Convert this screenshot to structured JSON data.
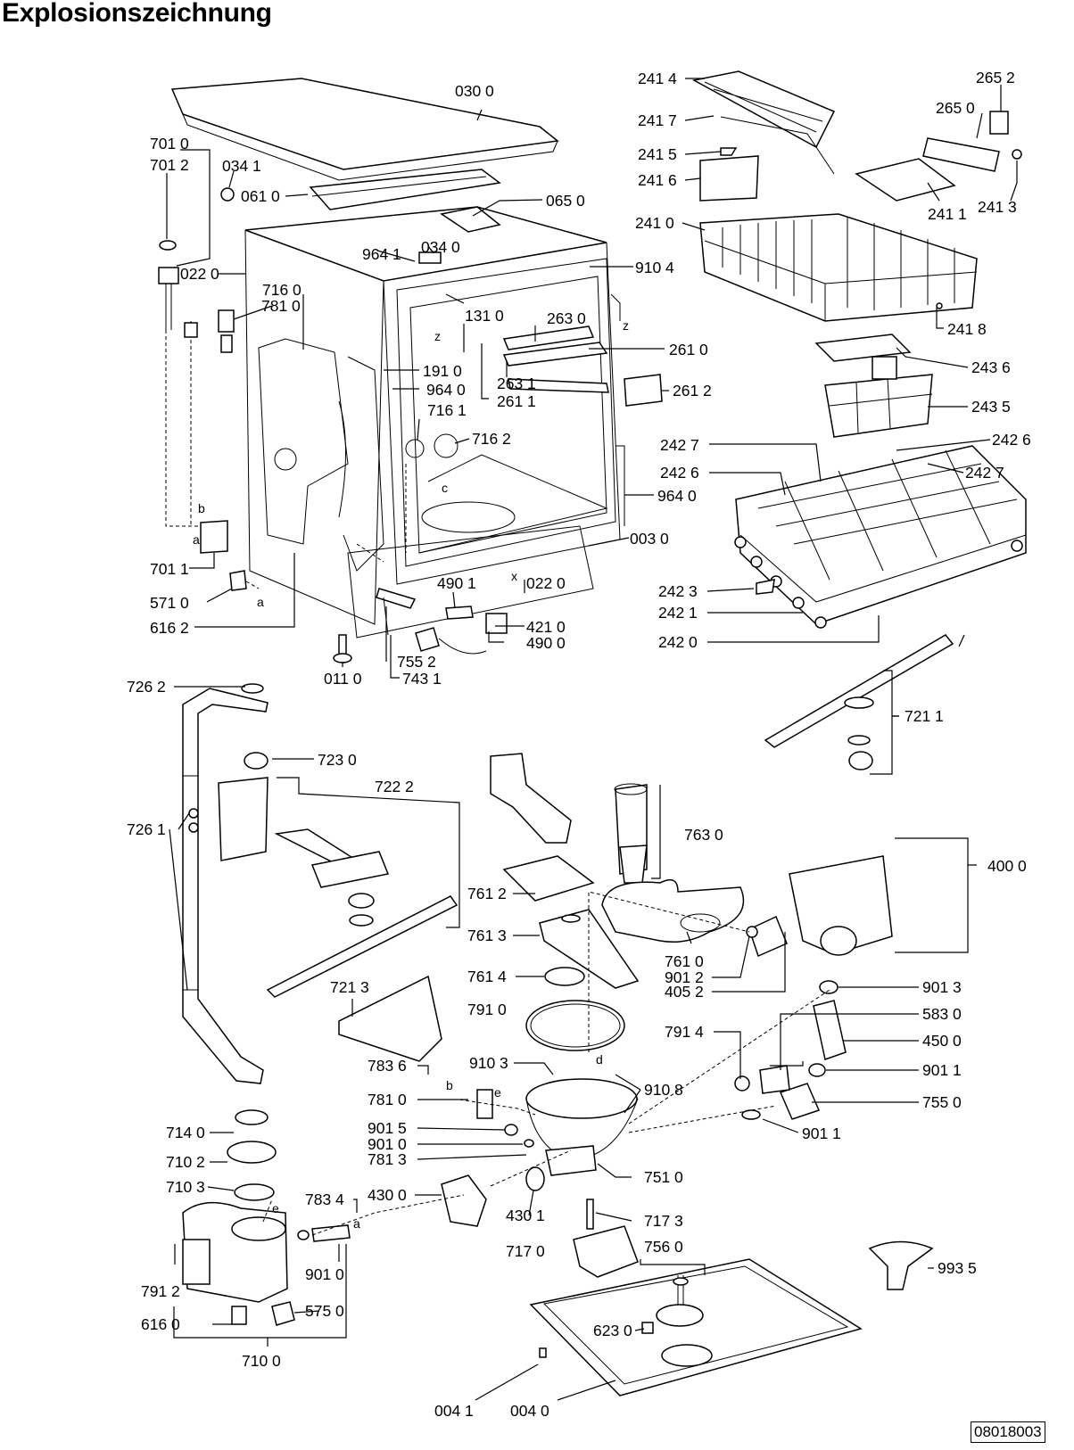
{
  "title": "Explosionszeichnung",
  "doc_number": "08018003",
  "parts": [
    {
      "id": "p1",
      "code": "030 0"
    },
    {
      "id": "p2",
      "code": "701 0"
    },
    {
      "id": "p3",
      "code": "701 2"
    },
    {
      "id": "p4",
      "code": "034 1"
    },
    {
      "id": "p5",
      "code": "061 0"
    },
    {
      "id": "p6",
      "code": "065 0"
    },
    {
      "id": "p7",
      "code": "034 0"
    },
    {
      "id": "p8",
      "code": "964 1"
    },
    {
      "id": "p9",
      "code": "910 4"
    },
    {
      "id": "p10",
      "code": "022 0"
    },
    {
      "id": "p11",
      "code": "716 0"
    },
    {
      "id": "p12",
      "code": "781 0"
    },
    {
      "id": "p13",
      "code": "131 0"
    },
    {
      "id": "p14",
      "code": "263 0"
    },
    {
      "id": "p15",
      "code": "261 0"
    },
    {
      "id": "p16",
      "code": "191 0"
    },
    {
      "id": "p17",
      "code": "964 0"
    },
    {
      "id": "p18",
      "code": "263 1"
    },
    {
      "id": "p19",
      "code": "261 1"
    },
    {
      "id": "p20",
      "code": "261 2"
    },
    {
      "id": "p21",
      "code": "716 1"
    },
    {
      "id": "p22",
      "code": "716 2"
    },
    {
      "id": "p23",
      "code": "964 0"
    },
    {
      "id": "p24",
      "code": "003 0"
    },
    {
      "id": "p25",
      "code": "701 1"
    },
    {
      "id": "p26",
      "code": "571 0"
    },
    {
      "id": "p27",
      "code": "616 2"
    },
    {
      "id": "p28",
      "code": "490 1"
    },
    {
      "id": "p29",
      "code": "022 0"
    },
    {
      "id": "p30",
      "code": "421 0"
    },
    {
      "id": "p31",
      "code": "490 0"
    },
    {
      "id": "p32",
      "code": "755 2"
    },
    {
      "id": "p33",
      "code": "743 1"
    },
    {
      "id": "p34",
      "code": "011 0"
    },
    {
      "id": "p35",
      "code": "241 4"
    },
    {
      "id": "p36",
      "code": "241 7"
    },
    {
      "id": "p37",
      "code": "241 5"
    },
    {
      "id": "p38",
      "code": "241 6"
    },
    {
      "id": "p39",
      "code": "241 0"
    },
    {
      "id": "p40",
      "code": "265 2"
    },
    {
      "id": "p41",
      "code": "265 0"
    },
    {
      "id": "p42",
      "code": "241 1"
    },
    {
      "id": "p43",
      "code": "241 3"
    },
    {
      "id": "p44",
      "code": "241 8"
    },
    {
      "id": "p45",
      "code": "243 6"
    },
    {
      "id": "p46",
      "code": "243 5"
    },
    {
      "id": "p47",
      "code": "242 7"
    },
    {
      "id": "p48",
      "code": "242 6"
    },
    {
      "id": "p49",
      "code": "242 6"
    },
    {
      "id": "p50",
      "code": "242 7"
    },
    {
      "id": "p51",
      "code": "242 3"
    },
    {
      "id": "p52",
      "code": "242 1"
    },
    {
      "id": "p53",
      "code": "242 0"
    },
    {
      "id": "p54",
      "code": "721 1"
    },
    {
      "id": "p55",
      "code": "726 2"
    },
    {
      "id": "p56",
      "code": "723 0"
    },
    {
      "id": "p57",
      "code": "722 2"
    },
    {
      "id": "p58",
      "code": "726 1"
    },
    {
      "id": "p59",
      "code": "721 3"
    },
    {
      "id": "p60",
      "code": "763 0"
    },
    {
      "id": "p61",
      "code": "761 2"
    },
    {
      "id": "p62",
      "code": "761 3"
    },
    {
      "id": "p63",
      "code": "761 4"
    },
    {
      "id": "p64",
      "code": "761 0"
    },
    {
      "id": "p65",
      "code": "901 2"
    },
    {
      "id": "p66",
      "code": "405 2"
    },
    {
      "id": "p67",
      "code": "400 0"
    },
    {
      "id": "p68",
      "code": "791 0"
    },
    {
      "id": "p69",
      "code": "901 3"
    },
    {
      "id": "p70",
      "code": "583 0"
    },
    {
      "id": "p71",
      "code": "450 0"
    },
    {
      "id": "p72",
      "code": "791 4"
    },
    {
      "id": "p73",
      "code": "901 1"
    },
    {
      "id": "p74",
      "code": "755 0"
    },
    {
      "id": "p75",
      "code": "901 1"
    },
    {
      "id": "p76",
      "code": "783 6"
    },
    {
      "id": "p77",
      "code": "910 3"
    },
    {
      "id": "p78",
      "code": "910 8"
    },
    {
      "id": "p79",
      "code": "781 0"
    },
    {
      "id": "p80",
      "code": "901 5"
    },
    {
      "id": "p81",
      "code": "901 0"
    },
    {
      "id": "p82",
      "code": "781 3"
    },
    {
      "id": "p83",
      "code": "751 0"
    },
    {
      "id": "p84",
      "code": "714 0"
    },
    {
      "id": "p85",
      "code": "710 2"
    },
    {
      "id": "p86",
      "code": "710 3"
    },
    {
      "id": "p87",
      "code": "783 4"
    },
    {
      "id": "p88",
      "code": "430 0"
    },
    {
      "id": "p89",
      "code": "430 1"
    },
    {
      "id": "p90",
      "code": "717 3"
    },
    {
      "id": "p91",
      "code": "717 0"
    },
    {
      "id": "p92",
      "code": "756 0"
    },
    {
      "id": "p93",
      "code": "901 0"
    },
    {
      "id": "p94",
      "code": "791 2"
    },
    {
      "id": "p95",
      "code": "575 0"
    },
    {
      "id": "p96",
      "code": "616 0"
    },
    {
      "id": "p97",
      "code": "710 0"
    },
    {
      "id": "p98",
      "code": "623 0"
    },
    {
      "id": "p99",
      "code": "993 5"
    },
    {
      "id": "p100",
      "code": "004 1"
    },
    {
      "id": "p101",
      "code": "004 0"
    }
  ],
  "letters": [
    "z",
    "z",
    "c",
    "b",
    "a",
    "a",
    "x",
    "b",
    "e",
    "e",
    "d",
    "a"
  ]
}
